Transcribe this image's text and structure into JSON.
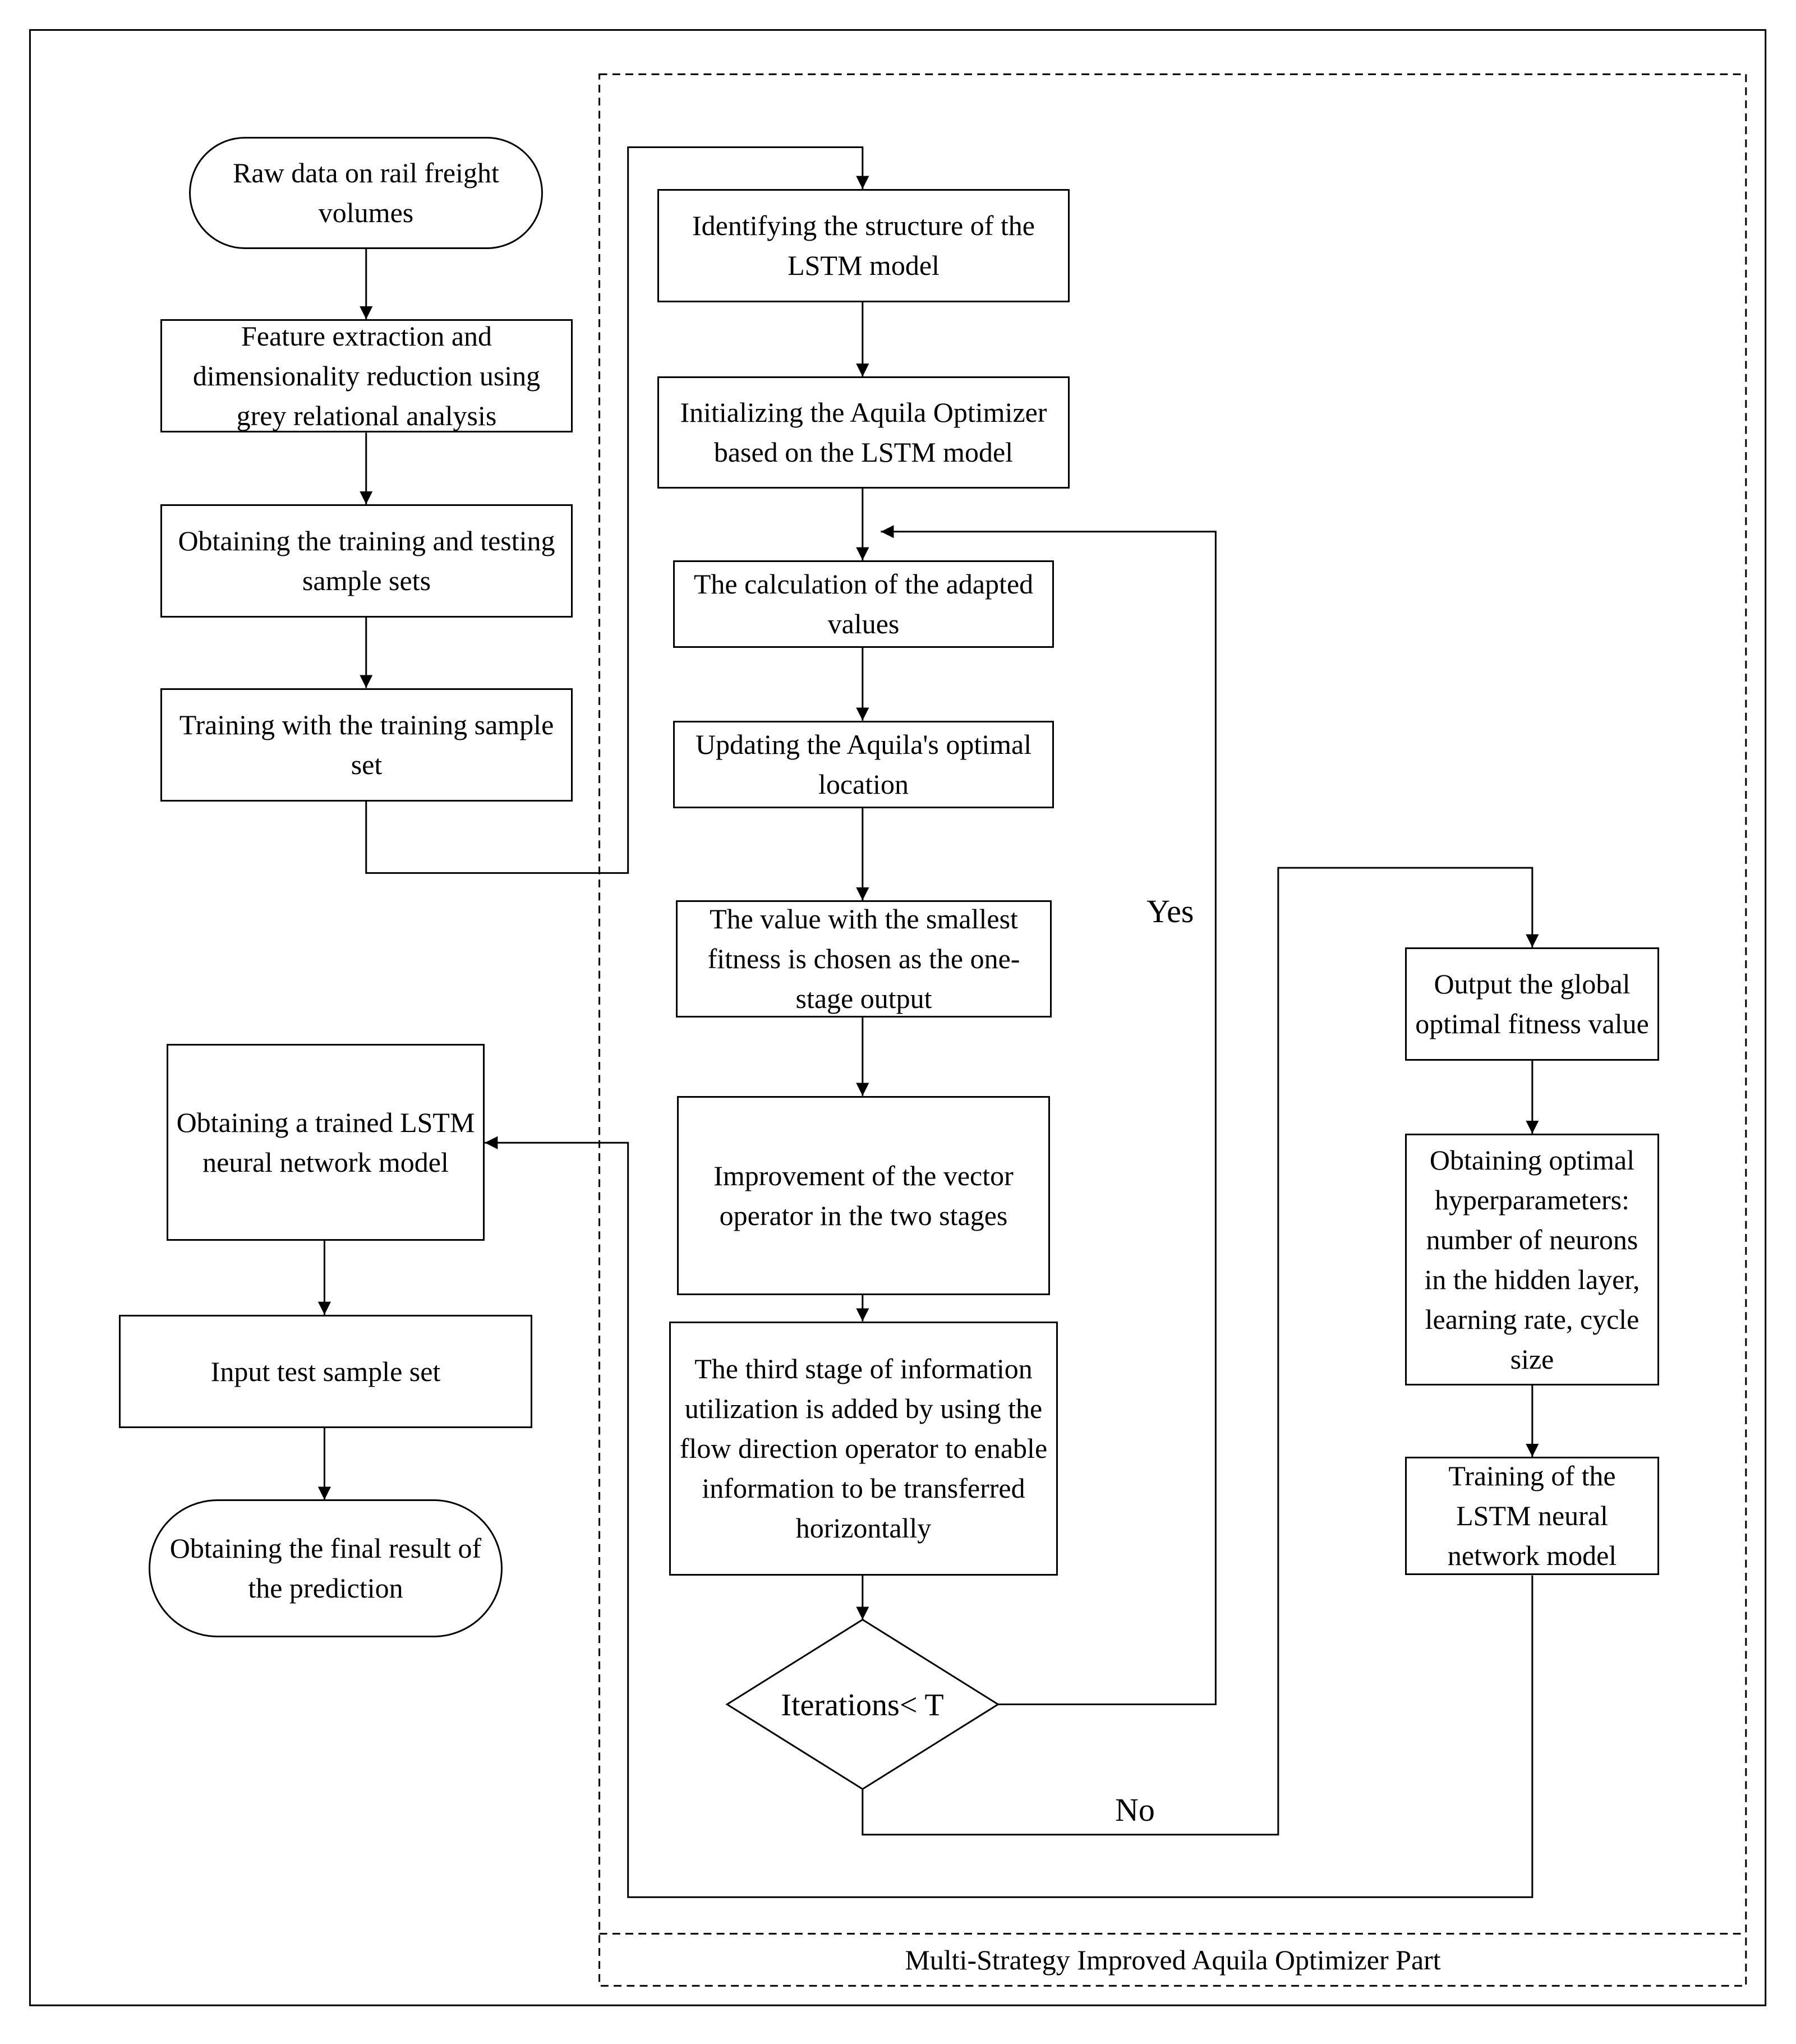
{
  "panel_caption": "Multi-Strategy Improved Aquila Optimizer Part",
  "left_flow": {
    "start": "Raw data on rail freight volumes",
    "feature_extraction": "Feature extraction and dimensionality reduction using grey relational analysis",
    "sample_sets": "Obtaining the training and testing sample sets",
    "training": "Training with the training sample set",
    "trained_model": "Obtaining a trained LSTM neural network model",
    "input_test": "Input test sample set",
    "final_result": "Obtaining the final result of the prediction"
  },
  "middle_flow": {
    "identify_structure": "Identifying the structure of the LSTM model",
    "initialize": "Initializing the Aquila Optimizer based on the LSTM model",
    "calc_adapted": "The calculation of the adapted values",
    "update_location": "Updating the Aquila's optimal location",
    "smallest_fitness": "The value with the smallest fitness is chosen as the one-stage output",
    "improvement": "Improvement of the vector operator in the two stages",
    "third_stage": "The third stage of information utilization is added by using the flow direction operator to enable information to be transferred horizontally",
    "decision": "Iterations< T",
    "yes_label": "Yes",
    "no_label": "No"
  },
  "right_flow": {
    "output_global": "Output the global optimal fitness value",
    "optimal_hyper": "Obtaining optimal hyperparameters: number of neurons in the hidden layer, learning rate, cycle size",
    "training_lstm": "Training of the LSTM neural network model"
  }
}
